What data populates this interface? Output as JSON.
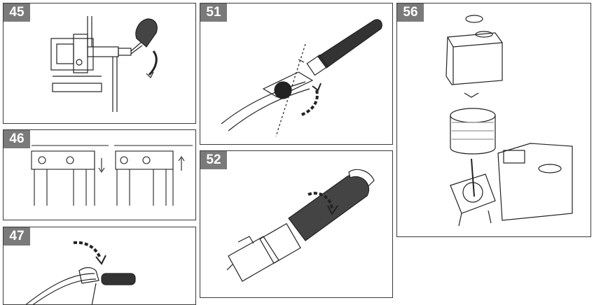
{
  "panels": [
    {
      "label": "45"
    },
    {
      "label": "46"
    },
    {
      "label": "47"
    },
    {
      "label": "51"
    },
    {
      "label": "52"
    },
    {
      "label": "56"
    }
  ]
}
